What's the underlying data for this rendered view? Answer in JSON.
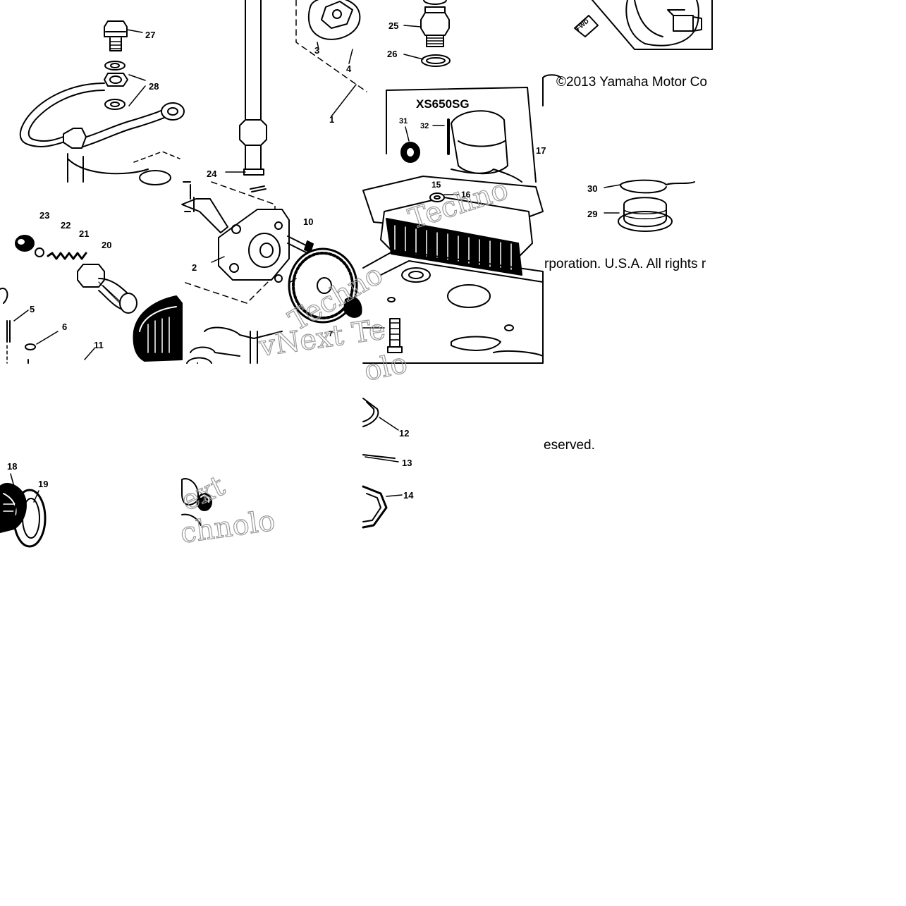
{
  "diagram": {
    "model_label": "XS650SG",
    "copyright_lines": [
      "©2013 Yamaha Motor Co",
      "rporation. U.S.A. All rights r",
      "eserved."
    ],
    "watermark": [
      "Techno",
      "vNext Te",
      "olo",
      "Techno",
      "ext",
      "chnolo"
    ],
    "callouts": [
      {
        "id": "27",
        "label": "27"
      },
      {
        "id": "28",
        "label": "28"
      },
      {
        "id": "3",
        "label": "3"
      },
      {
        "id": "4",
        "label": "4"
      },
      {
        "id": "1",
        "label": "1"
      },
      {
        "id": "24",
        "label": "24"
      },
      {
        "id": "25",
        "label": "25"
      },
      {
        "id": "26",
        "label": "26"
      },
      {
        "id": "31",
        "label": "31"
      },
      {
        "id": "32",
        "label": "32"
      },
      {
        "id": "17",
        "label": "17"
      },
      {
        "id": "15",
        "label": "15"
      },
      {
        "id": "16",
        "label": "16"
      },
      {
        "id": "30",
        "label": "30"
      },
      {
        "id": "29",
        "label": "29"
      },
      {
        "id": "23",
        "label": "23"
      },
      {
        "id": "22",
        "label": "22"
      },
      {
        "id": "21",
        "label": "21"
      },
      {
        "id": "20",
        "label": "20"
      },
      {
        "id": "10",
        "label": "10"
      },
      {
        "id": "2",
        "label": "2"
      },
      {
        "id": "5",
        "label": "5"
      },
      {
        "id": "6",
        "label": "6"
      },
      {
        "id": "11",
        "label": "11"
      },
      {
        "id": "7",
        "label": "7"
      },
      {
        "id": "12",
        "label": "12"
      },
      {
        "id": "13",
        "label": "13"
      },
      {
        "id": "14",
        "label": "14"
      },
      {
        "id": "18",
        "label": "18"
      },
      {
        "id": "19",
        "label": "19"
      }
    ],
    "fwd_label": "FWD"
  }
}
